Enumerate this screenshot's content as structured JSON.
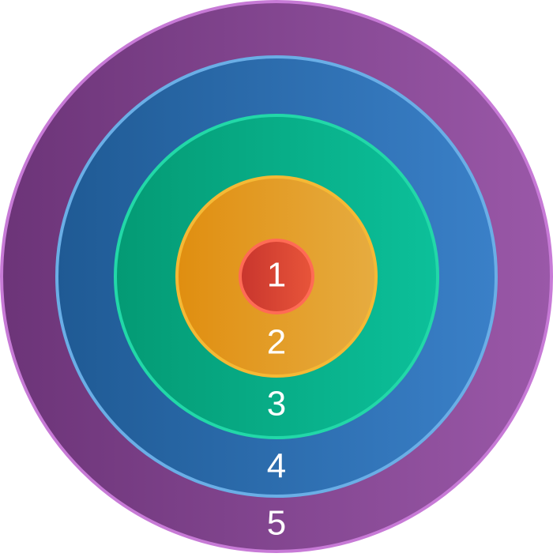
{
  "rings": [
    {
      "label": "1",
      "fill_start": "#c8352d",
      "fill_end": "#e8553a",
      "stroke": "#ff6b55"
    },
    {
      "label": "2",
      "fill_start": "#e08e10",
      "fill_end": "#e6ac40",
      "stroke": "#f5b935"
    },
    {
      "label": "3",
      "fill_start": "#049a74",
      "fill_end": "#0cc09a",
      "stroke": "#22d8a8"
    },
    {
      "label": "4",
      "fill_start": "#1f5a94",
      "fill_end": "#3a80c8",
      "stroke": "#6aaee6"
    },
    {
      "label": "5",
      "fill_start": "#6c3478",
      "fill_end": "#9a58a8",
      "stroke": "#c77ad6"
    }
  ]
}
